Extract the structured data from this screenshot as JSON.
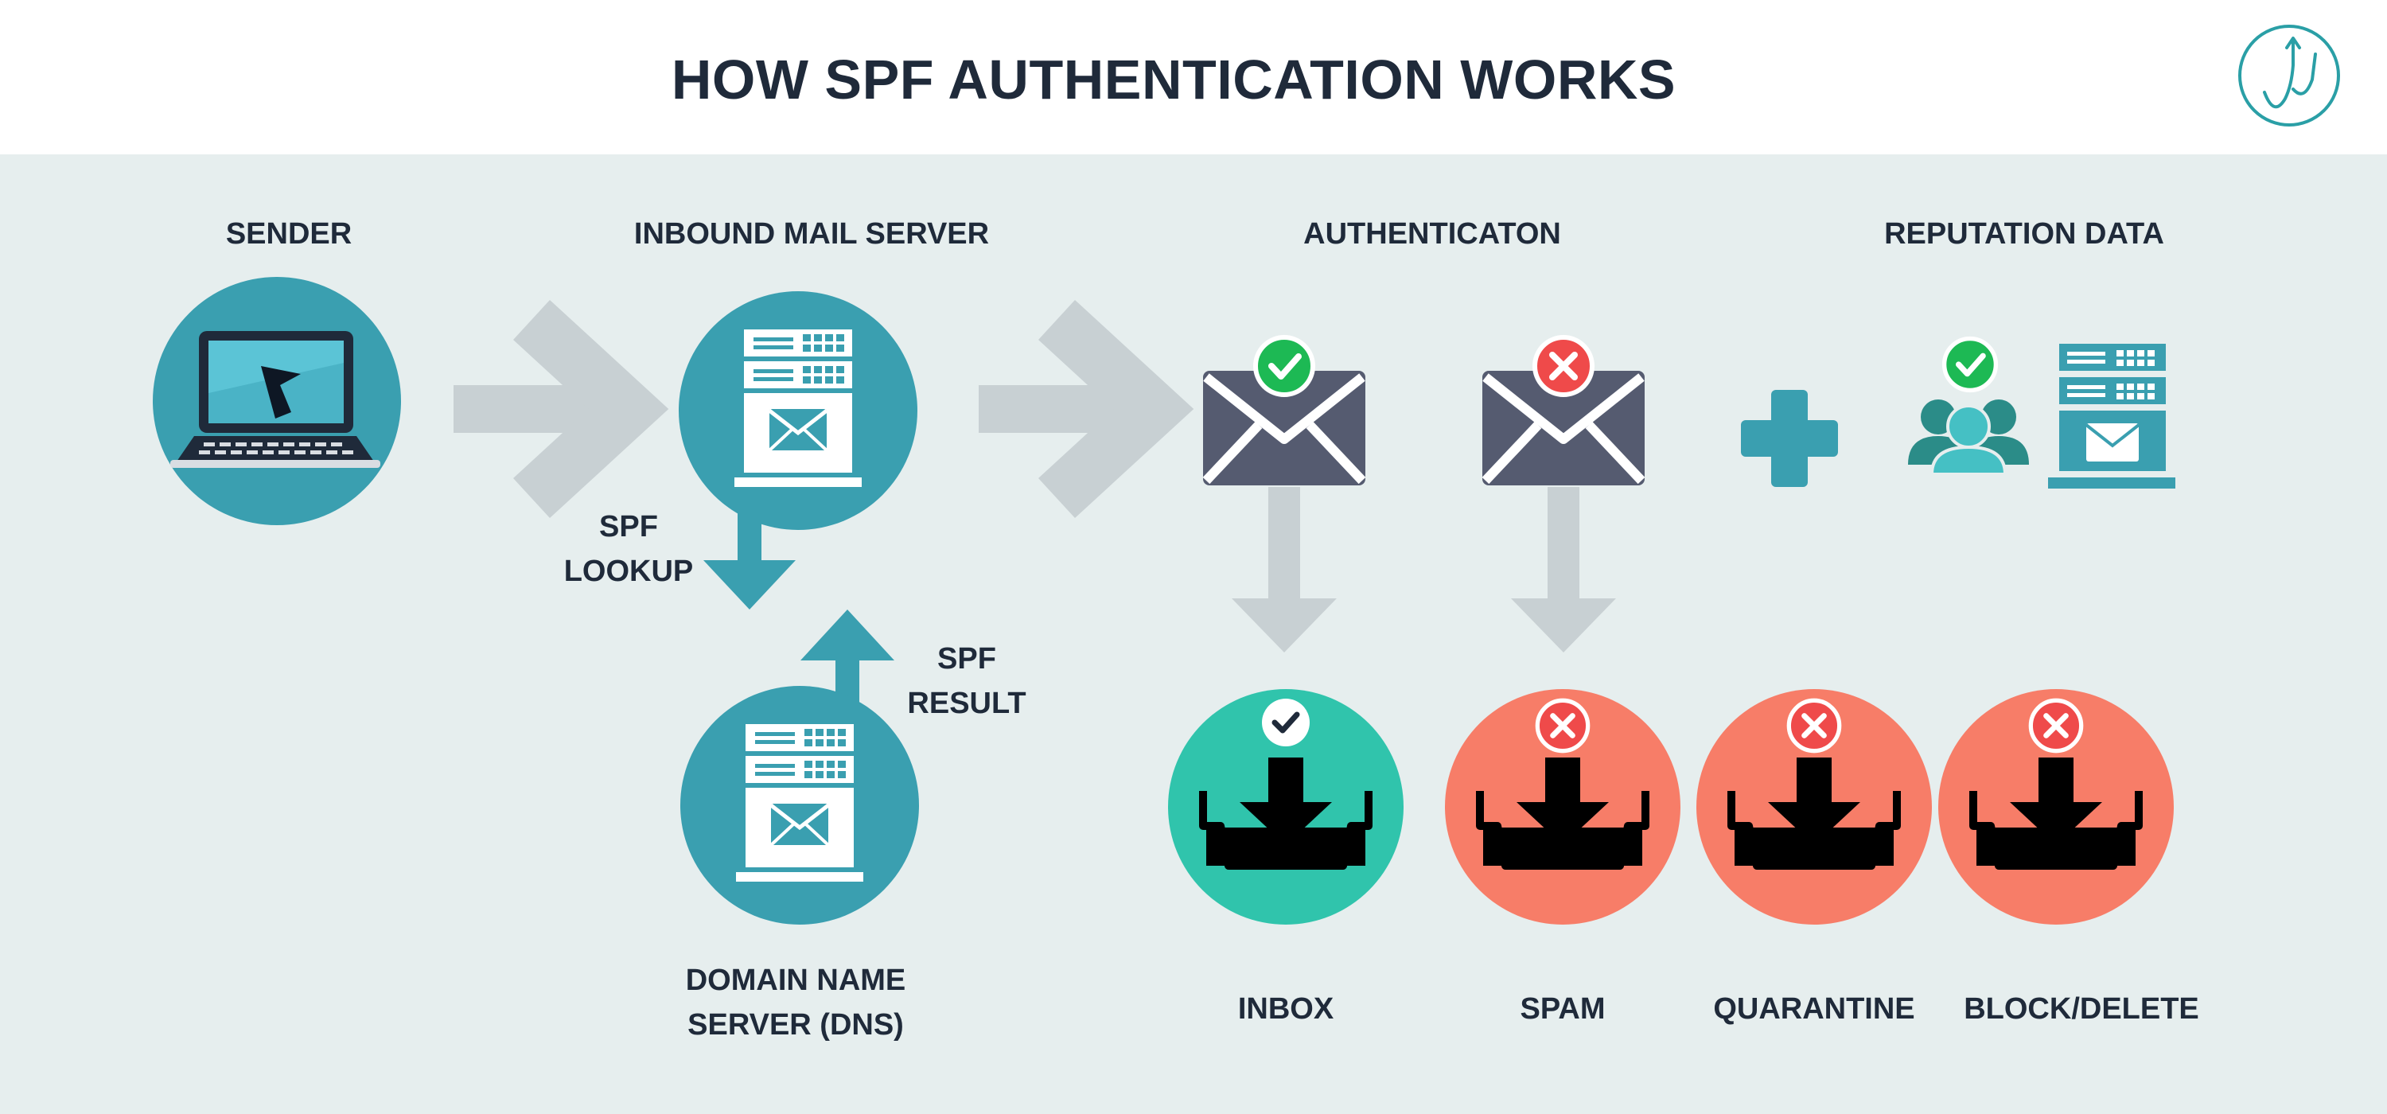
{
  "header": {
    "title": "HOW SPF AUTHENTICATION WORKS",
    "logo_icon": "brand-logo-icon"
  },
  "columns": {
    "sender": "SENDER",
    "inbound": "INBOUND MAIL SERVER",
    "authentication": "AUTHENTICATON",
    "reputation": "REPUTATION DATA"
  },
  "flow_labels": {
    "lookup_line1": "SPF",
    "lookup_line2": "LOOKUP",
    "result_line1": "SPF",
    "result_line2": "RESULT",
    "dns_line1": "DOMAIN NAME",
    "dns_line2": "SERVER (DNS)"
  },
  "outcomes": {
    "inbox": "INBOX",
    "spam": "SPAM",
    "quarantine": "QUARANTINE",
    "block": "BLOCK/DELETE"
  },
  "colors": {
    "teal": "#3a9fb0",
    "inbox_green": "#30c4ac",
    "reject_coral": "#f77d68",
    "envelope_slate": "#555b70",
    "arrow_gray": "#c8d0d3",
    "check_green": "#1db954",
    "cross_red": "#ef4a4a",
    "text_dark": "#1f2a3a"
  }
}
